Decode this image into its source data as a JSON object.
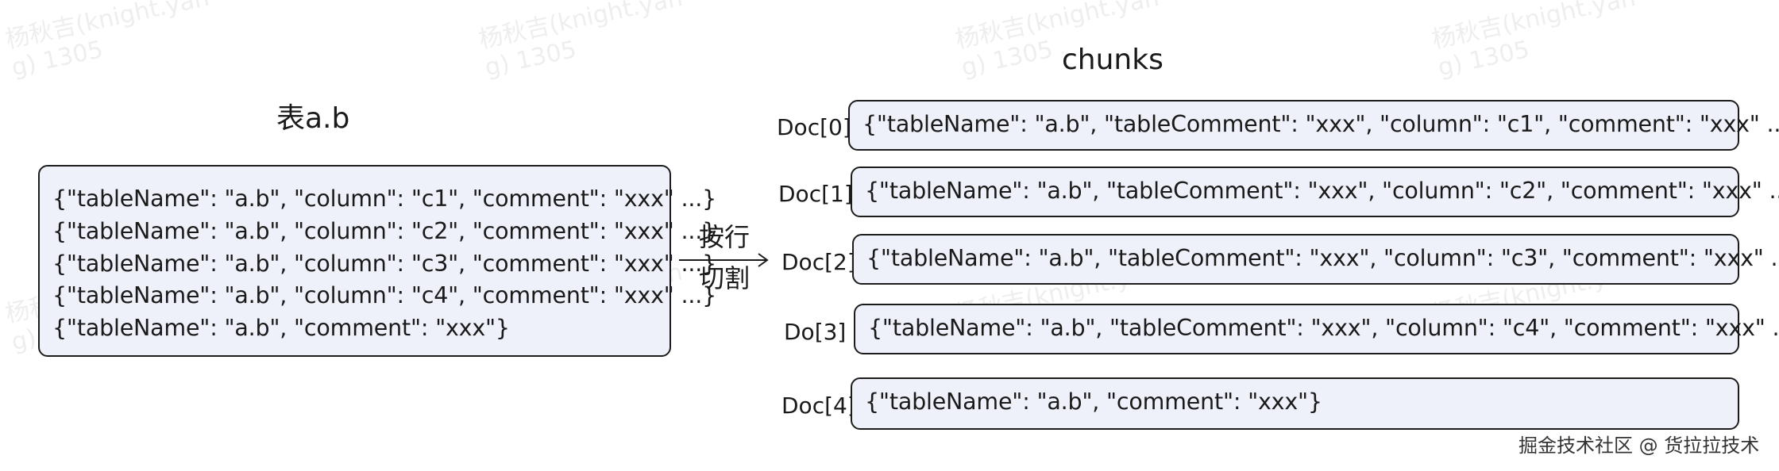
{
  "watermark": "杨秋吉(knight.yan\ng) 1305",
  "source": {
    "title": "表a.b",
    "lines": [
      "{\"tableName\": \"a.b\", \"column\": \"c1\",  \"comment\": \"xxx\" ...}",
      "{\"tableName\": \"a.b\", \"column\": \"c2\",  \"comment\": \"xxx\" ...}",
      "{\"tableName\": \"a.b\", \"column\": \"c3\",  \"comment\": \"xxx\" ...}",
      "{\"tableName\": \"a.b\", \"column\": \"c4\",  \"comment\": \"xxx\" ...}",
      "{\"tableName\": \"a.b\", \"comment\": \"xxx\"}"
    ]
  },
  "arrow": {
    "label_top": "按行",
    "label_bottom": "切割"
  },
  "chunks": {
    "title": "chunks",
    "docs": [
      {
        "label": "Doc[0]",
        "text": "{\"tableName\": \"a.b\", \"tableComment\": \"xxx\", \"column\": \"c1\",  \"comment\": \"xxx\" ...}"
      },
      {
        "label": "Doc[1]",
        "text": "{\"tableName\": \"a.b\", \"tableComment\": \"xxx\", \"column\": \"c2\",  \"comment\": \"xxx\" ...}"
      },
      {
        "label": "Doc[2]",
        "text": "{\"tableName\": \"a.b\", \"tableComment\": \"xxx\", \"column\": \"c3\",  \"comment\": \"xxx\" ...}"
      },
      {
        "label": "Do[3]",
        "text": "{\"tableName\": \"a.b\", \"tableComment\": \"xxx\", \"column\": \"c4\",  \"comment\": \"xxx\" ...}"
      },
      {
        "label": "Doc[4]",
        "text": "{\"tableName\": \"a.b\", \"comment\": \"xxx\"}"
      }
    ]
  },
  "footer": "掘金技术社区 @ 货拉拉技术",
  "colors": {
    "box_fill": "#eef1fa",
    "box_border": "#1c1c1c",
    "text": "#1a1a1a"
  }
}
